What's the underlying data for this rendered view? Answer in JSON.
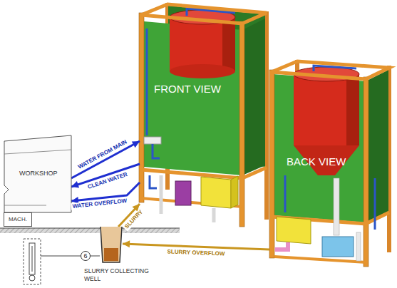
{
  "diagram": {
    "nodes": [
      {
        "text": [
          "WORKSHOP"
        ]
      },
      {
        "text": [
          "MACH."
        ]
      },
      {
        "text": [
          "FRONT VIEW"
        ]
      },
      {
        "text": [
          "BACK VIEW"
        ]
      },
      {
        "text": [
          "SLURRY COLLECTING WELL"
        ]
      },
      {
        "text": [
          "6"
        ]
      }
    ],
    "edges": [
      {
        "from": 0,
        "to": 2,
        "label": "WATER FROM MAIN",
        "arrow": "to"
      },
      {
        "from": 2,
        "to": 0,
        "label": "CLEAN WATER",
        "arrow": "to"
      },
      {
        "from": 2,
        "to": 0,
        "label": "WATER OVERFLOW",
        "arrow": "to"
      },
      {
        "from": 4,
        "to": 2,
        "label": "SLURRY",
        "arrow": "to"
      },
      {
        "from": 3,
        "to": 4,
        "label": "SLURRY OVERFLOW",
        "arrow": "to"
      },
      {
        "from": 5,
        "to": 4,
        "arrow": "none"
      }
    ]
  }
}
